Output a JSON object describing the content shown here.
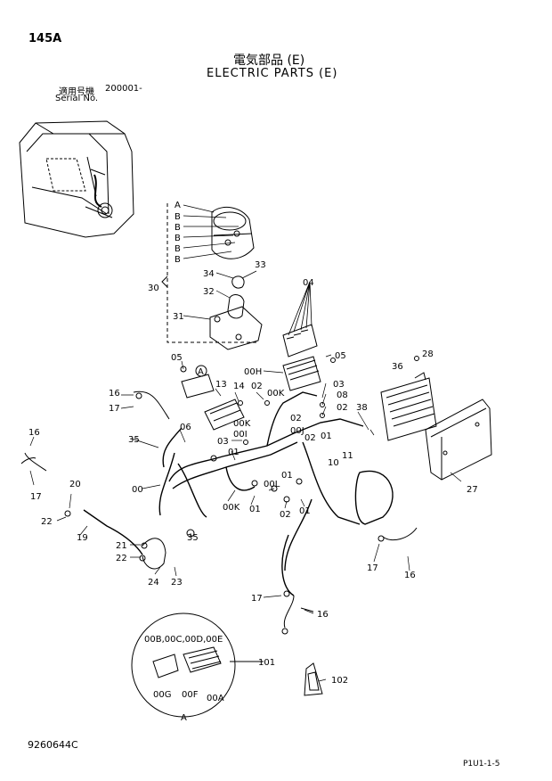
{
  "header": {
    "code": "145A",
    "title_jp": "電気部品 (E)",
    "title_en": "ELECTRIC PARTS (E)",
    "serial_label_jp": "適用号機",
    "serial_label_en": "Serial No.",
    "serial_number": "200001-"
  },
  "footer": {
    "drawing_number": "9260644C",
    "page_ref": "P1U1-1-5"
  },
  "callouts": [
    {
      "id": "c-a1",
      "text": "A"
    },
    {
      "id": "c-b1",
      "text": "B"
    },
    {
      "id": "c-b2",
      "text": "B"
    },
    {
      "id": "c-b3",
      "text": "B"
    },
    {
      "id": "c-b4",
      "text": "B"
    },
    {
      "id": "c-b5",
      "text": "B"
    },
    {
      "id": "c-30",
      "text": "30"
    },
    {
      "id": "c-34",
      "text": "34"
    },
    {
      "id": "c-33",
      "text": "33"
    },
    {
      "id": "c-32",
      "text": "32"
    },
    {
      "id": "c-31",
      "text": "31"
    },
    {
      "id": "c-04",
      "text": "04"
    },
    {
      "id": "c-05a",
      "text": "05"
    },
    {
      "id": "c-05b",
      "text": "05"
    },
    {
      "id": "c-00h",
      "text": "00H"
    },
    {
      "id": "c-00k1",
      "text": "00K"
    },
    {
      "id": "c-03a",
      "text": "03"
    },
    {
      "id": "c-08",
      "text": "08"
    },
    {
      "id": "c-02a",
      "text": "02"
    },
    {
      "id": "c-36",
      "text": "36"
    },
    {
      "id": "c-28",
      "text": "28"
    },
    {
      "id": "c-13",
      "text": "13"
    },
    {
      "id": "c-14",
      "text": "14"
    },
    {
      "id": "c-02b",
      "text": "02"
    },
    {
      "id": "c-16a",
      "text": "16"
    },
    {
      "id": "c-17a",
      "text": "17"
    },
    {
      "id": "c-00k2",
      "text": "00K"
    },
    {
      "id": "c-00i",
      "text": "00I"
    },
    {
      "id": "c-03b",
      "text": "03"
    },
    {
      "id": "c-02c",
      "text": "02"
    },
    {
      "id": "c-00j",
      "text": "00J"
    },
    {
      "id": "c-02d",
      "text": "02"
    },
    {
      "id": "c-01a",
      "text": "01"
    },
    {
      "id": "c-38",
      "text": "38"
    },
    {
      "id": "c-06",
      "text": "06"
    },
    {
      "id": "c-35a",
      "text": "35"
    },
    {
      "id": "c-01b",
      "text": "01"
    },
    {
      "id": "c-10",
      "text": "10"
    },
    {
      "id": "c-11",
      "text": "11"
    },
    {
      "id": "c-00a",
      "text": "00"
    },
    {
      "id": "c-16b",
      "text": "16"
    },
    {
      "id": "c-17b",
      "text": "17"
    },
    {
      "id": "c-20",
      "text": "20"
    },
    {
      "id": "c-22a",
      "text": "22"
    },
    {
      "id": "c-19",
      "text": "19"
    },
    {
      "id": "c-00k3",
      "text": "00K"
    },
    {
      "id": "c-01c",
      "text": "01"
    },
    {
      "id": "c-00l",
      "text": "00L"
    },
    {
      "id": "c-02e",
      "text": "02"
    },
    {
      "id": "c-01d",
      "text": "01"
    },
    {
      "id": "c-01e",
      "text": "01"
    },
    {
      "id": "c-35b",
      "text": "35"
    },
    {
      "id": "c-27",
      "text": "27"
    },
    {
      "id": "c-21",
      "text": "21"
    },
    {
      "id": "c-22b",
      "text": "22"
    },
    {
      "id": "c-24",
      "text": "24"
    },
    {
      "id": "c-23",
      "text": "23"
    },
    {
      "id": "c-17c",
      "text": "17"
    },
    {
      "id": "c-16c",
      "text": "16"
    },
    {
      "id": "c-17d",
      "text": "17"
    },
    {
      "id": "c-16d",
      "text": "16"
    },
    {
      "id": "c-detail",
      "text": "00B,00C,00D,00E"
    },
    {
      "id": "c-101",
      "text": "101"
    },
    {
      "id": "c-00g",
      "text": "00G"
    },
    {
      "id": "c-00f",
      "text": "00F"
    },
    {
      "id": "c-00a2",
      "text": "00A"
    },
    {
      "id": "c-a2",
      "text": "A"
    },
    {
      "id": "c-102",
      "text": "102"
    },
    {
      "id": "c-a-circle",
      "text": "A"
    }
  ]
}
